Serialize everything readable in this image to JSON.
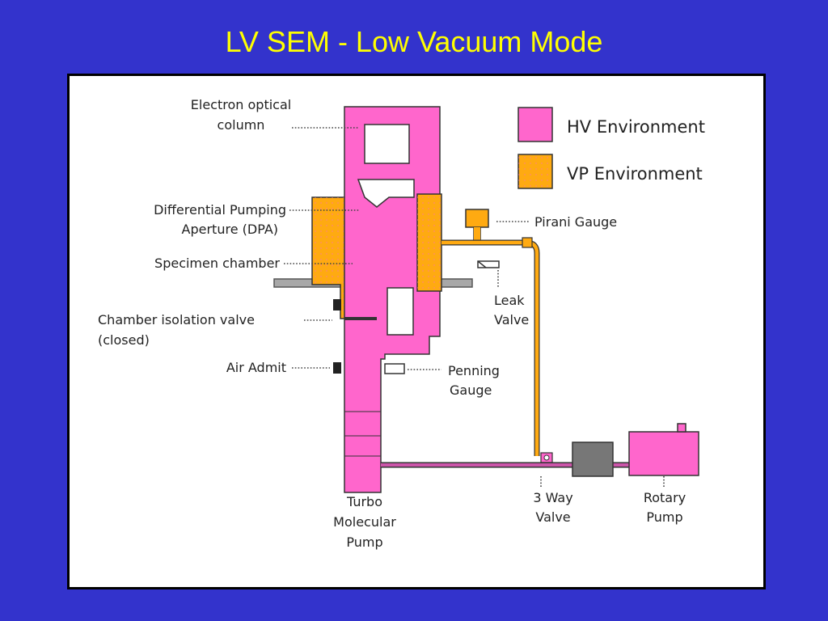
{
  "title": "LV SEM - Low Vacuum Mode",
  "colors": {
    "background": "#3333cc",
    "title": "#ffff00",
    "hv_environment": "#ff66cc",
    "vp_environment": "#ffaa11",
    "platform": "#a8a8a8",
    "pump_block": "#777777"
  },
  "legend": [
    {
      "label": "HV Environment"
    },
    {
      "label": "VP Environment"
    }
  ],
  "labels": {
    "electron_column": [
      "Electron optical",
      "column"
    ],
    "dpa": [
      "Differential Pumping",
      "Aperture (DPA)"
    ],
    "specimen_chamber": [
      "Specimen chamber"
    ],
    "isolation_valve": [
      "Chamber isolation valve",
      "(closed)"
    ],
    "air_admit": [
      "Air Admit"
    ],
    "pirani_gauge": [
      "Pirani Gauge"
    ],
    "leak_valve": [
      "Leak",
      "Valve"
    ],
    "penning_gauge": [
      "Penning",
      "Gauge"
    ],
    "turbo_pump": [
      "Turbo",
      "Molecular",
      "Pump"
    ],
    "three_way_valve": [
      "3 Way",
      "Valve"
    ],
    "rotary_pump": [
      "Rotary",
      "Pump"
    ]
  }
}
